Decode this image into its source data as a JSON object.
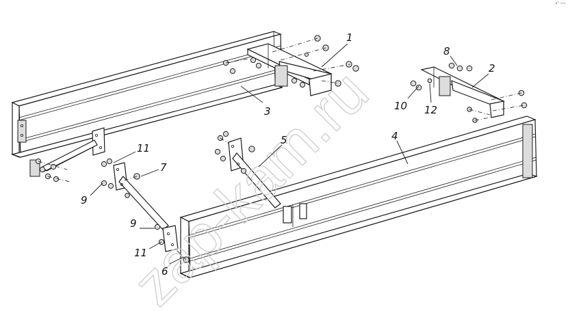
{
  "diagram": {
    "callouts": [
      {
        "id": "c1",
        "label": "1"
      },
      {
        "id": "c2",
        "label": "2"
      },
      {
        "id": "c3",
        "label": "3"
      },
      {
        "id": "c4",
        "label": "4"
      },
      {
        "id": "c5",
        "label": "5"
      },
      {
        "id": "c6",
        "label": "6"
      },
      {
        "id": "c7",
        "label": "7"
      },
      {
        "id": "c8",
        "label": "8"
      },
      {
        "id": "c9a",
        "label": "9"
      },
      {
        "id": "c9b",
        "label": "9"
      },
      {
        "id": "c10",
        "label": "10"
      },
      {
        "id": "c11a",
        "label": "11"
      },
      {
        "id": "c11b",
        "label": "11"
      },
      {
        "id": "c12",
        "label": "12"
      }
    ],
    "watermark": "zap-kam.ru",
    "corner_mark": "a° ≈≈"
  }
}
